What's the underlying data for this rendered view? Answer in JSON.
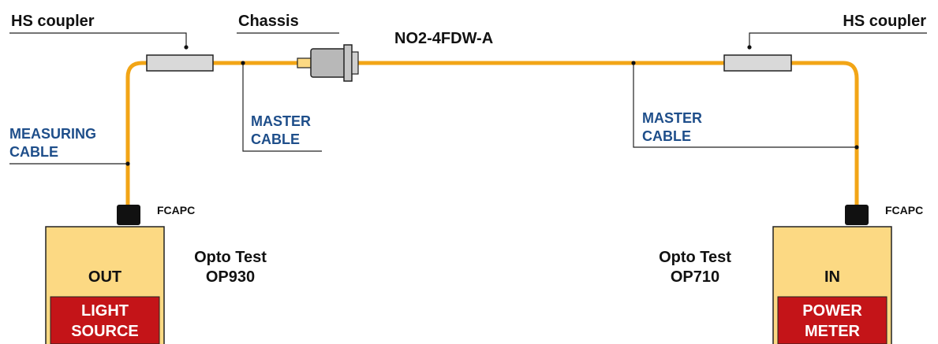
{
  "labels": {
    "hs_coupler_left": "HS coupler",
    "chassis": "Chassis",
    "connector_model": "NO2-4FDW-A",
    "hs_coupler_right": "HS coupler",
    "measuring_cable_line1": "MEASURING",
    "measuring_cable_line2": "CABLE",
    "master_cable_left_line1": "MASTER",
    "master_cable_left_line2": "CABLE",
    "master_cable_right_line1": "MASTER",
    "master_cable_right_line2": "CABLE",
    "connector_left": "FCAPC",
    "connector_right": "FCAPC"
  },
  "devices": {
    "left": {
      "brand": "Opto Test",
      "model": "OP930",
      "port": "OUT",
      "function_line1": "LIGHT",
      "function_line2": "SOURCE"
    },
    "right": {
      "brand": "Opto Test",
      "model": "OP710",
      "port": "IN",
      "function_line1": "POWER",
      "function_line2": "METER"
    }
  },
  "colors": {
    "cable": "#f2a516",
    "device_body": "#fcd983",
    "device_label_bg": "#c41418",
    "label_blue": "#1e4e8a",
    "coupler": "#d9d9d9"
  }
}
